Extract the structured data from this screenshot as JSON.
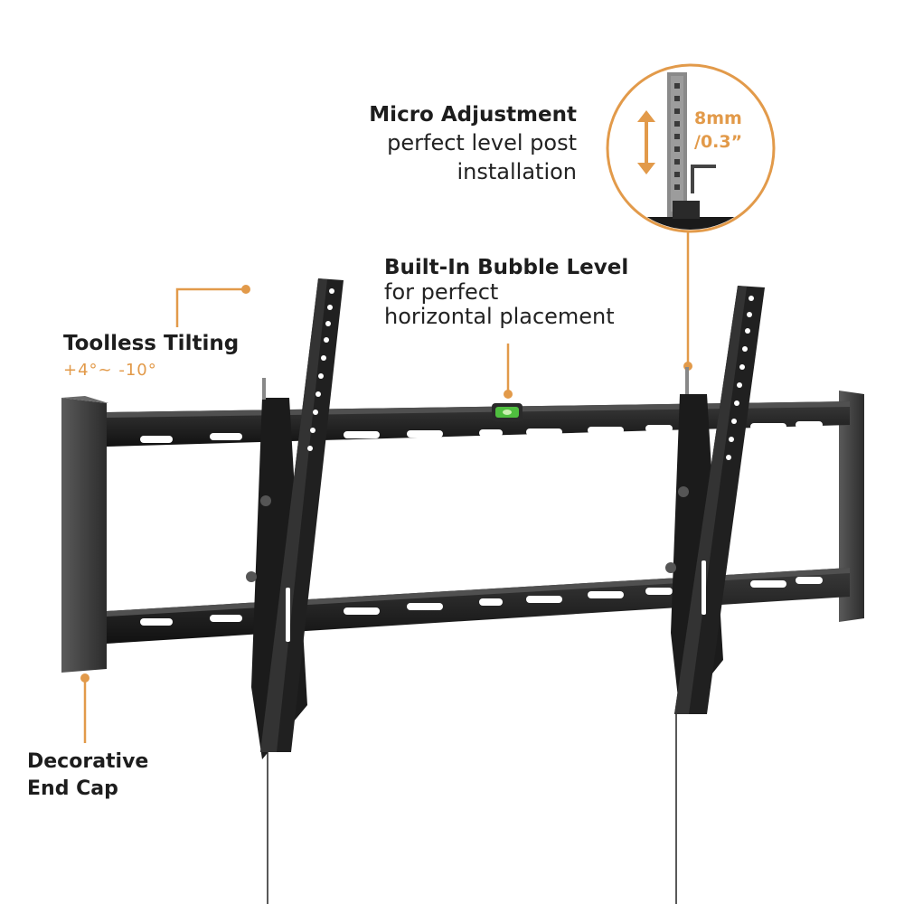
{
  "features": {
    "micro_adjustment": {
      "title": "Micro Adjustment",
      "line1": "perfect level post",
      "line2": "installation",
      "detail_line1": "8mm",
      "detail_line2": "/0.3”"
    },
    "bubble_level": {
      "title": "Built-In Bubble Level",
      "line1": "for perfect",
      "line2": "horizontal placement"
    },
    "toolless_tilting": {
      "title": "Toolless Tilting",
      "range": "+4°~ -10°"
    },
    "end_cap": {
      "title_line1": "Decorative",
      "title_line2": "End Cap"
    }
  },
  "colors": {
    "accent": "#e29a4a",
    "metal": "#1f1f1f",
    "endcap": "#3c3c3c",
    "bubble": "#4fbf3f"
  }
}
